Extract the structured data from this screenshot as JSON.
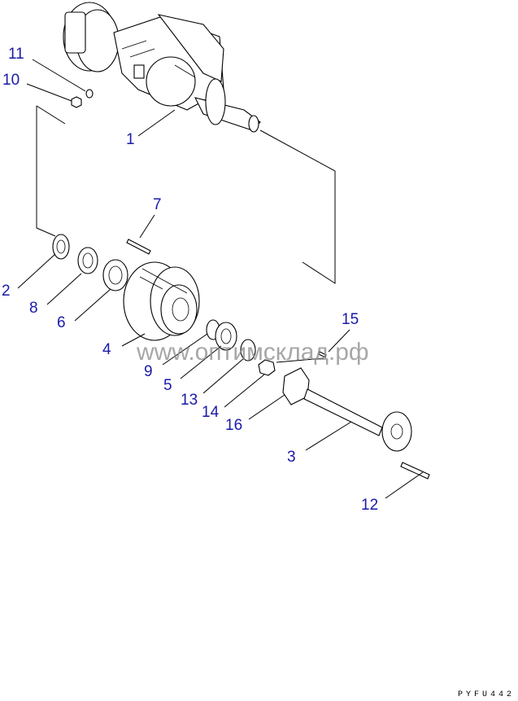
{
  "diagram": {
    "callouts": [
      "1",
      "2",
      "3",
      "4",
      "5",
      "6",
      "7",
      "8",
      "9",
      "10",
      "11",
      "12",
      "13",
      "14",
      "15",
      "16"
    ],
    "watermark": "www.оптимсклад.рф",
    "drawing_code": "PYFU442"
  },
  "colors": {
    "callout": "#1a1aa8",
    "line": "#000000",
    "watermark": "#8a8a8a"
  }
}
